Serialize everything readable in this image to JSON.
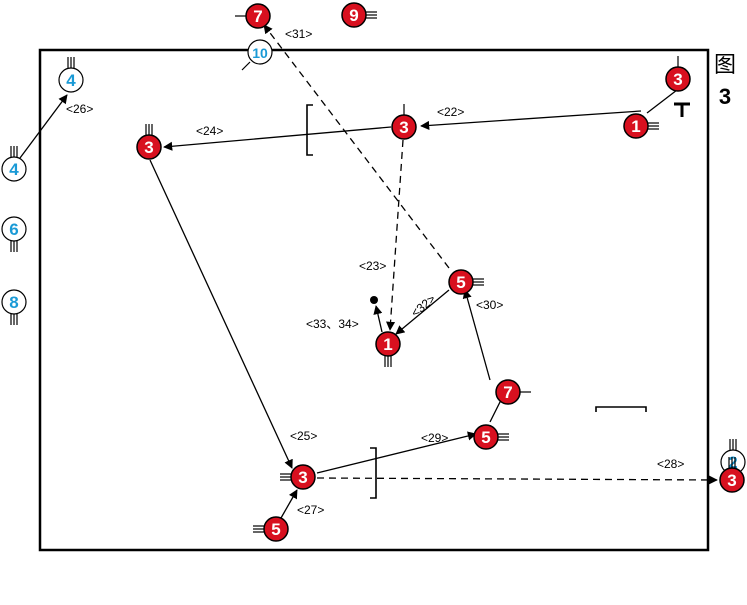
{
  "figure": {
    "label_char": "图",
    "label_num": "3"
  },
  "colors": {
    "red": "#d8101f",
    "blue": "#1a9ad6",
    "line": "#000000"
  },
  "players": [
    {
      "id": "r7-top",
      "team": "red",
      "num": "7"
    },
    {
      "id": "r9-top",
      "team": "red",
      "num": "9"
    },
    {
      "id": "b10",
      "team": "blue",
      "num": "10"
    },
    {
      "id": "b4-a",
      "team": "blue",
      "num": "4"
    },
    {
      "id": "b4-b",
      "team": "blue",
      "num": "4"
    },
    {
      "id": "b6",
      "team": "blue",
      "num": "6"
    },
    {
      "id": "b8",
      "team": "blue",
      "num": "8"
    },
    {
      "id": "b2",
      "team": "blue",
      "num": "2"
    },
    {
      "id": "r3-tr",
      "team": "red",
      "num": "3"
    },
    {
      "id": "r1-tr",
      "team": "red",
      "num": "1"
    },
    {
      "id": "r3-top",
      "team": "red",
      "num": "3"
    },
    {
      "id": "r3-left",
      "team": "red",
      "num": "3"
    },
    {
      "id": "r5-mid",
      "team": "red",
      "num": "5"
    },
    {
      "id": "r1-mid",
      "team": "red",
      "num": "1"
    },
    {
      "id": "r7-mid",
      "team": "red",
      "num": "7"
    },
    {
      "id": "r5-low",
      "team": "red",
      "num": "5"
    },
    {
      "id": "r3-bot",
      "team": "red",
      "num": "3"
    },
    {
      "id": "r5-bot",
      "team": "red",
      "num": "5"
    },
    {
      "id": "r3-br",
      "team": "red",
      "num": "3"
    }
  ],
  "labels": {
    "l31": "<31>",
    "l26": "<26>",
    "l22": "<22>",
    "l24": "<24>",
    "l23": "<23>",
    "l32": "<32>",
    "l30": "<30>",
    "l33": "<33、34>",
    "l25": "<25>",
    "l29": "<29>",
    "l27": "<27>",
    "l28": "<28>"
  }
}
